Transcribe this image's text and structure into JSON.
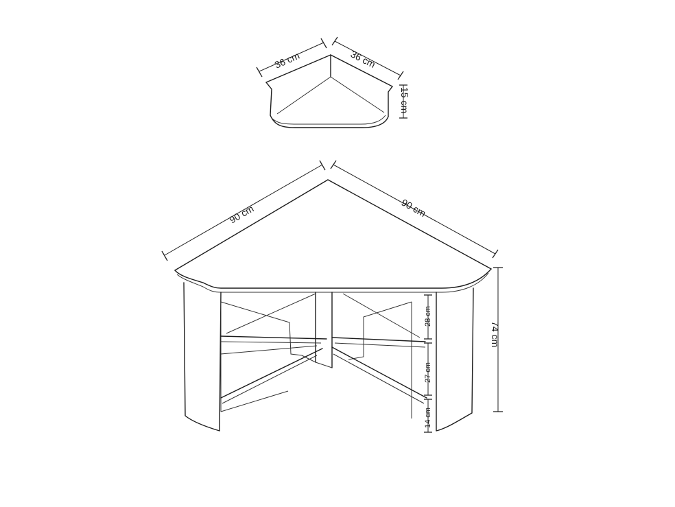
{
  "shelf": {
    "width_left": "36 cm",
    "width_right": "36 cm",
    "height": "15 cm"
  },
  "desk": {
    "width_left": "90 cm",
    "width_right": "90 cm",
    "total_height": "74 cm",
    "shelf_gap_top": "28 cm",
    "shelf_gap_mid": "27 cm",
    "shelf_gap_bottom": "14 cm"
  }
}
